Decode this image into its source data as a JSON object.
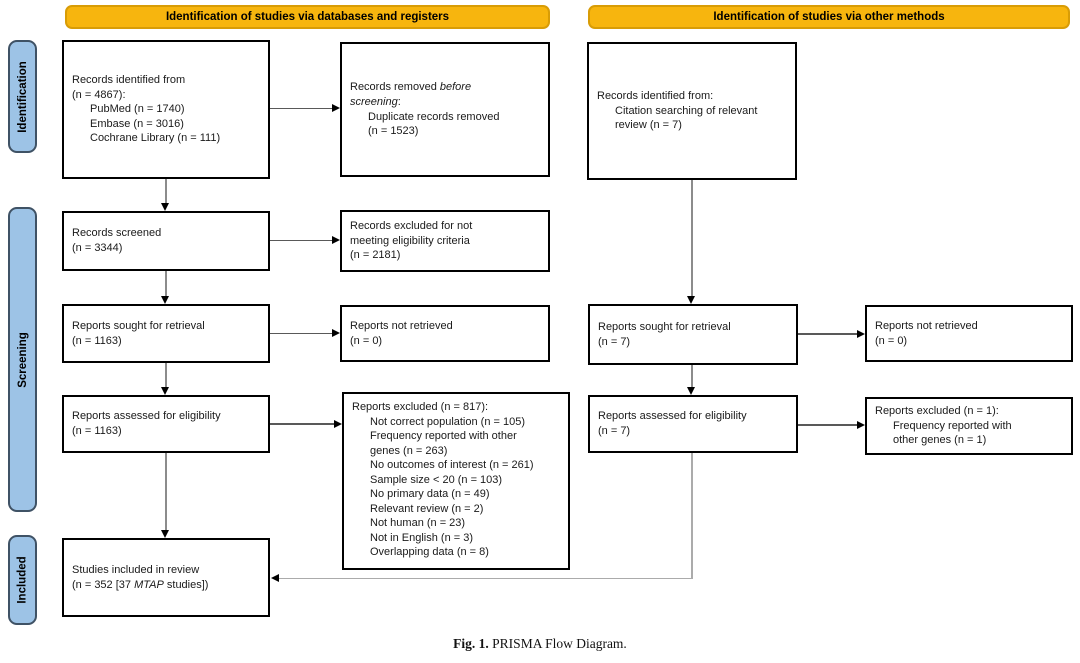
{
  "headers": {
    "left": "Identification of studies via databases and registers",
    "right": "Identification of studies via other methods"
  },
  "sidebar": {
    "identification": "Identification",
    "screening": "Screening",
    "included": "Included"
  },
  "colors": {
    "header_fill": "#F7B50E",
    "header_border": "#D89C06",
    "stage_fill": "#9DC3E6",
    "stage_border": "#3F5265",
    "box_border": "#000000",
    "connector": "#8c8c8c"
  },
  "flow": {
    "db_identified": {
      "lines": [
        "Records identified from",
        "(n = 4867):",
        "PubMed (n = 1740)",
        "Embase (n = 3016)",
        "Cochrane Library (n = 111)"
      ]
    },
    "db_removed": {
      "line1_pre": "Records removed ",
      "line1_italic": "before",
      "line2_italic": "screening",
      "line2_post": ":",
      "item1": "Duplicate records removed",
      "item2": "(n = 1523)"
    },
    "db_screened": {
      "lines": [
        "Records screened",
        "(n = 3344)"
      ]
    },
    "db_screen_excluded": {
      "lines": [
        "Records excluded for not",
        "meeting eligibility criteria",
        "(n = 2181)"
      ]
    },
    "db_sought": {
      "lines": [
        "Reports sought for retrieval",
        "(n = 1163)"
      ]
    },
    "db_not_retrieved": {
      "lines": [
        "Reports not retrieved",
        "(n = 0)"
      ]
    },
    "db_assessed": {
      "lines": [
        "Reports assessed for eligibility",
        "(n = 1163)"
      ]
    },
    "db_excluded": {
      "title": "Reports excluded (n = 817):",
      "items": [
        "Not correct population (n = 105)",
        "Frequency reported with other",
        "genes (n = 263)",
        "No outcomes of interest (n = 261)",
        "Sample size < 20 (n = 103)",
        "No primary data (n = 49)",
        "Relevant review (n = 2)",
        "Not human (n = 23)",
        "Not in English (n = 3)",
        "Overlapping data (n = 8)"
      ]
    },
    "included": {
      "line1": "Studies included in review",
      "line2_pre": "(n = 352 [37 ",
      "line2_italic": "MTAP",
      "line2_post": " studies])"
    },
    "other_identified": {
      "title": "Records identified from:",
      "items": [
        "Citation searching of relevant",
        "review (n = 7)"
      ]
    },
    "other_sought": {
      "lines": [
        "Reports sought for retrieval",
        "(n = 7)"
      ]
    },
    "other_not_retrieved": {
      "lines": [
        "Reports not retrieved",
        "(n = 0)"
      ]
    },
    "other_assessed": {
      "lines": [
        "Reports assessed for eligibility",
        "(n = 7)"
      ]
    },
    "other_excluded": {
      "title": "Reports excluded (n = 1):",
      "items": [
        "Frequency reported with",
        "other genes (n = 1)"
      ]
    }
  },
  "caption": {
    "label": "Fig. 1.",
    "text": "  PRISMA Flow Diagram."
  }
}
